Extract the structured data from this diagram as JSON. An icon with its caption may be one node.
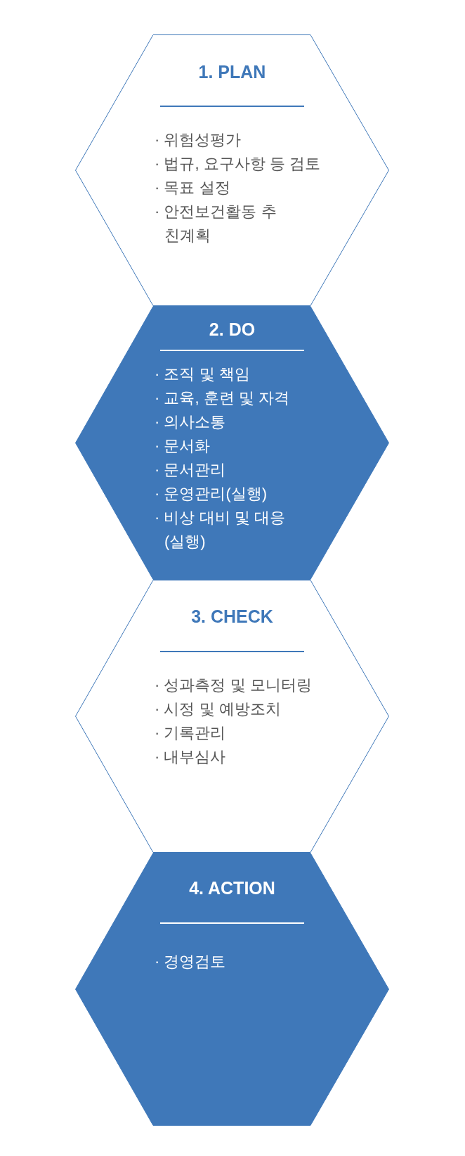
{
  "diagram": {
    "nodes": [
      {
        "text": [
          "1. PLAN",
          "· 위험성평가",
          "· 법규, 요구사항 등 검토",
          "· 목표 설정",
          "· 안전보건활동 추친계획"
        ]
      },
      {
        "text": [
          "2. DO",
          "· 조직 및 책임",
          "· 교육, 훈련 및 자격",
          "· 의사소통",
          "· 문서화",
          "· 문서관리",
          "· 운영관리(실행)",
          "· 비상 대비 및 대응 (실행)"
        ]
      },
      {
        "text": [
          "3. CHECK",
          "· 성과측정 및 모니터링",
          "· 시정 및 예방조치",
          "· 기록관리",
          "· 내부심사"
        ]
      },
      {
        "text": [
          "4. ACTION",
          "· 경영검토"
        ]
      }
    ]
  }
}
